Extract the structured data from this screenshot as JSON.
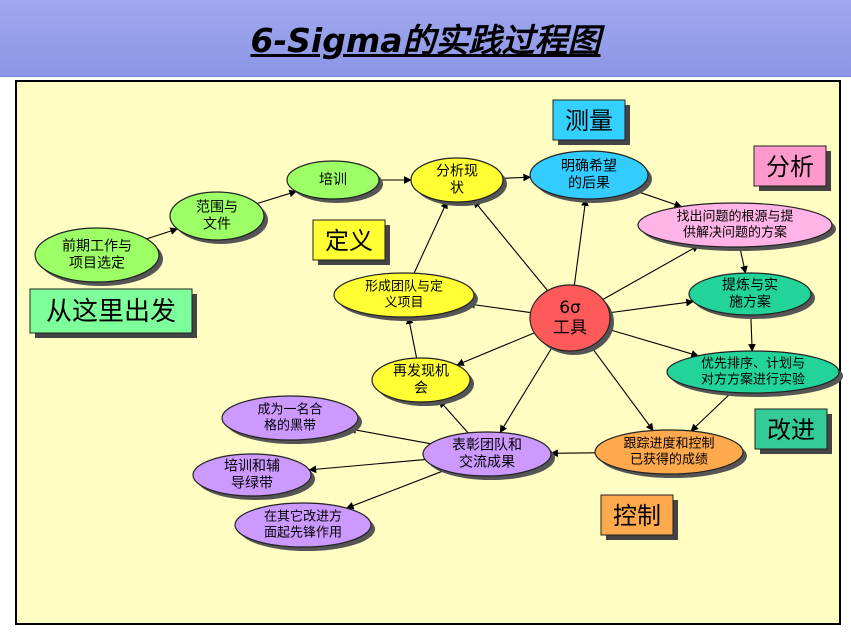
{
  "title": "6-Sigma的实践过程图",
  "center": {
    "lines": [
      "6σ",
      "工具"
    ],
    "color": "#ff5a5a"
  },
  "stage_labels": [
    {
      "id": "start",
      "text": "从这里出发",
      "color": "#7dff9a"
    },
    {
      "id": "define",
      "text": "定义",
      "color": "#ffff33"
    },
    {
      "id": "measure",
      "text": "测量",
      "color": "#33d1ff"
    },
    {
      "id": "analyze",
      "text": "分析",
      "color": "#ff99cc"
    },
    {
      "id": "improve",
      "text": "改进",
      "color": "#33cc99"
    },
    {
      "id": "control",
      "text": "控制",
      "color": "#ffa94d"
    }
  ],
  "nodes": [
    {
      "id": "n1",
      "lines": [
        "前期工作与",
        "项目选定"
      ],
      "color": "#9cff66"
    },
    {
      "id": "n2",
      "lines": [
        "范围与",
        "文件"
      ],
      "color": "#9cff66"
    },
    {
      "id": "n3",
      "lines": [
        "培训"
      ],
      "color": "#9cff66"
    },
    {
      "id": "n4",
      "lines": [
        "分析现",
        "状"
      ],
      "color": "#ffff33"
    },
    {
      "id": "n5",
      "lines": [
        "明确希望",
        "的后果"
      ],
      "color": "#33ccff"
    },
    {
      "id": "n6",
      "lines": [
        "找出问题的根源与提",
        "供解决问题的方案"
      ],
      "color": "#ffb3e6"
    },
    {
      "id": "n7",
      "lines": [
        "提炼与实",
        "施方案"
      ],
      "color": "#22d39a"
    },
    {
      "id": "n8",
      "lines": [
        "优先排序、计划与",
        "对方方案进行实验"
      ],
      "color": "#22d39a"
    },
    {
      "id": "n9",
      "lines": [
        "跟踪进度和控制",
        "已获得的成绩"
      ],
      "color": "#ffa94d"
    },
    {
      "id": "n10",
      "lines": [
        "表彰团队和",
        "交流成果"
      ],
      "color": "#cc99ff"
    },
    {
      "id": "n11",
      "lines": [
        "再发现机",
        "会"
      ],
      "color": "#ffff33"
    },
    {
      "id": "n12",
      "lines": [
        "形成团队与定",
        "义项目"
      ],
      "color": "#ffff33"
    },
    {
      "id": "n13",
      "lines": [
        "成为一名合",
        "格的黑带"
      ],
      "color": "#cc99ff"
    },
    {
      "id": "n14",
      "lines": [
        "培训和辅",
        "导绿带"
      ],
      "color": "#cc99ff"
    },
    {
      "id": "n15",
      "lines": [
        "在其它改进方",
        "面起先锋作用"
      ],
      "color": "#cc99ff"
    }
  ]
}
